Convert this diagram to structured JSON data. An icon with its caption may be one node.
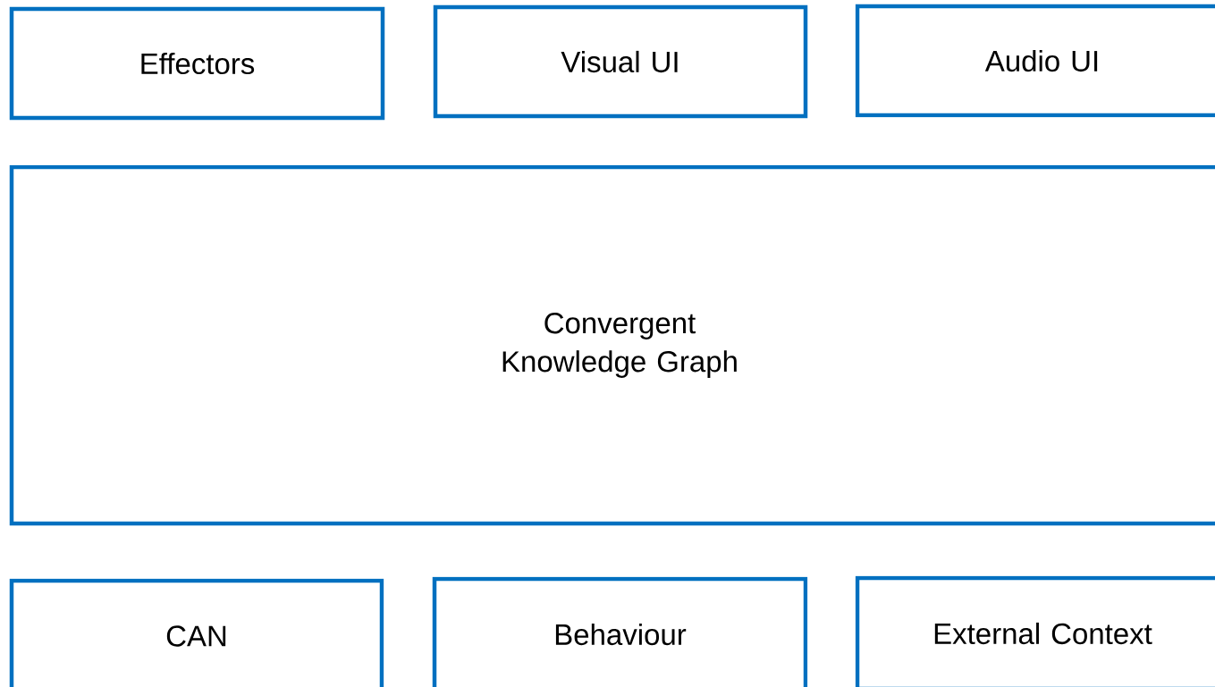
{
  "diagram": {
    "nodes": [
      {
        "text": [
          "Effectors"
        ]
      },
      {
        "text": [
          "Visual UI"
        ]
      },
      {
        "text": [
          "Audio UI"
        ]
      },
      {
        "text": [
          "Convergent Knowledge Graph"
        ]
      },
      {
        "text": [
          "CAN"
        ]
      },
      {
        "text": [
          "Behaviour"
        ]
      },
      {
        "text": [
          "External Context"
        ]
      }
    ]
  }
}
